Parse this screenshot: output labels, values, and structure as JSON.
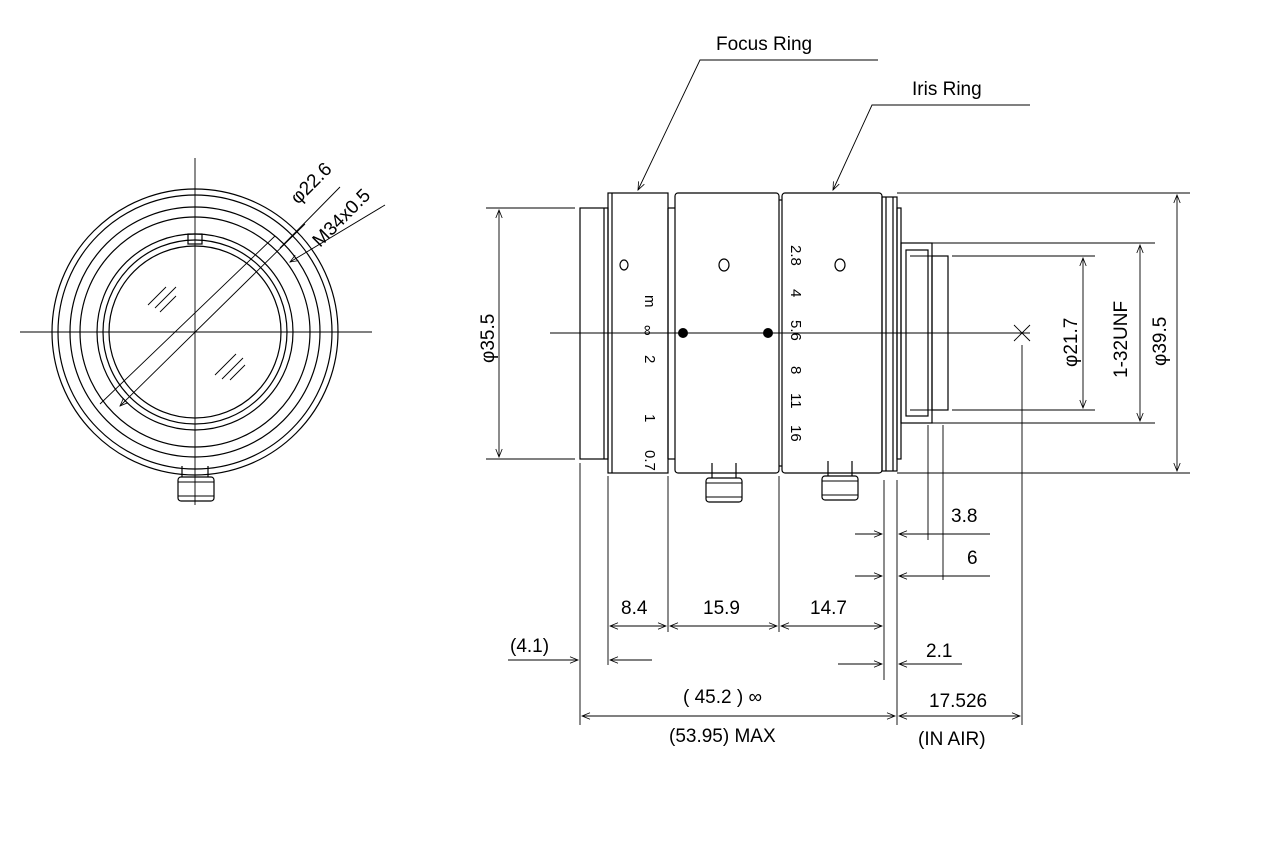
{
  "callouts": {
    "focus_ring": "Focus Ring",
    "iris_ring": "Iris Ring"
  },
  "front_view": {
    "inner_diameter": "φ22.6",
    "thread": "M34x0.5"
  },
  "side_view": {
    "diameters": {
      "body": "φ35.5",
      "rear": "φ21.7",
      "mount_thread": "1-32UNF",
      "max": "φ39.5"
    },
    "focus_scale": [
      "m",
      "∞",
      "2",
      "1",
      "0.7"
    ],
    "iris_scale": [
      "2.8",
      "4",
      "5.6",
      "8",
      "11",
      "16"
    ],
    "dimensions": {
      "d_3_8": "3.8",
      "d_6": "6",
      "d_8_4": "8.4",
      "d_15_9": "15.9",
      "d_14_7": "14.7",
      "d_4_1": "(4.1)",
      "d_2_1": "2.1",
      "d_45_2": "( 45.2 ) ∞",
      "d_53_95": "(53.95) MAX",
      "d_17_526": "17.526",
      "in_air": "(IN AIR)"
    }
  }
}
